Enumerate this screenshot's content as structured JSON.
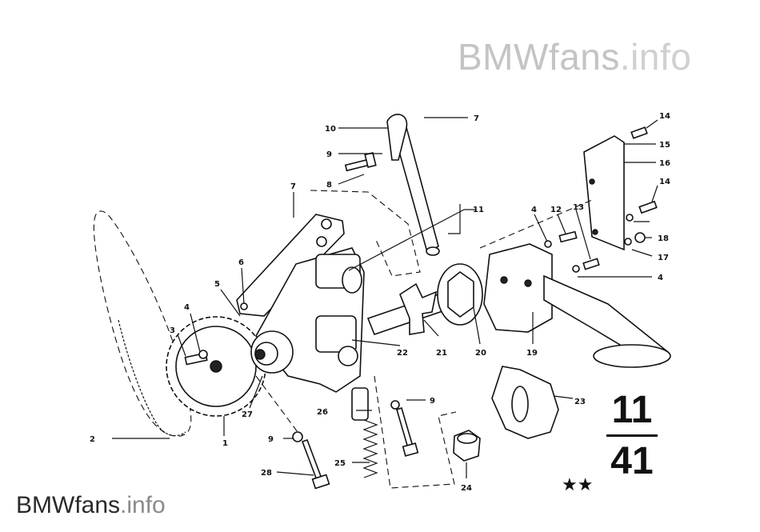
{
  "watermark_top": {
    "brand": "BMWfans",
    "suffix": ".info"
  },
  "watermark_bottom": {
    "brand": "BMWfans",
    "suffix": ".info"
  },
  "diagram_code": {
    "top": "11",
    "bottom": "41"
  },
  "stars": "★★",
  "callouts": [
    "1",
    "2",
    "3",
    "4",
    "4",
    "4",
    "5",
    "6",
    "7",
    "7",
    "8",
    "9",
    "9",
    "9",
    "10",
    "11",
    "12",
    "13",
    "14",
    "14",
    "15",
    "16",
    "17",
    "18",
    "19",
    "20",
    "21",
    "22",
    "23",
    "24",
    "25",
    "26",
    "27",
    "28"
  ]
}
